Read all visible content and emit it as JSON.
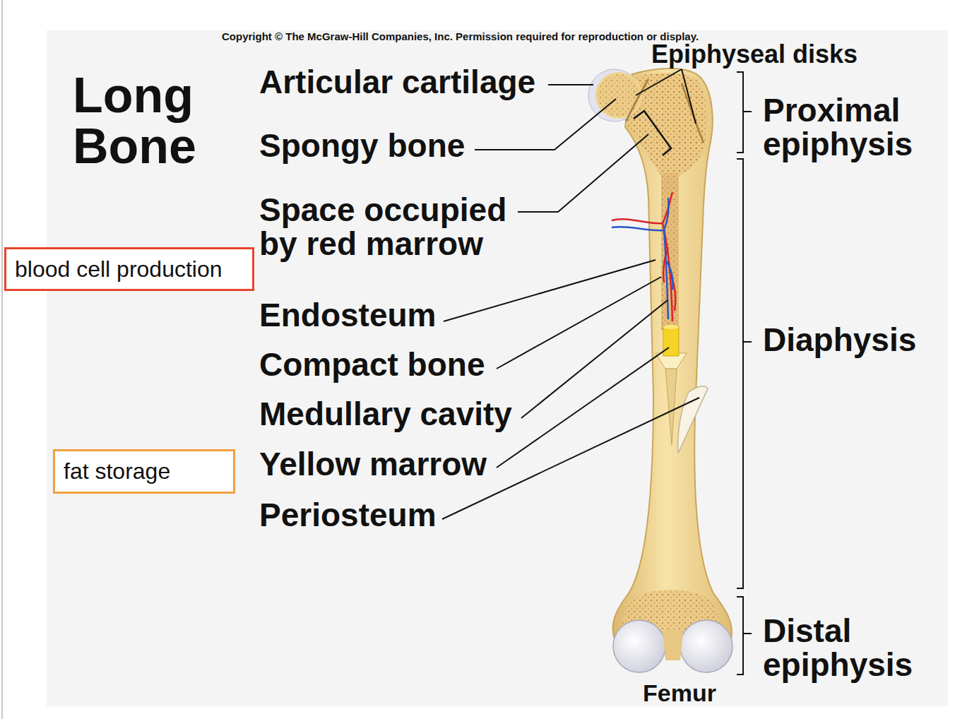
{
  "diagram": {
    "title": "Long Bone",
    "nodes": [
      {
        "text": [
          "blood cell production"
        ]
      },
      {
        "text": [
          "fat storage"
        ]
      }
    ],
    "labels": [
      "Copyright © The McGraw-Hill Companies, Inc. Permission required for reproduction or display.",
      "Articular cartilage",
      "Spongy bone",
      "Space occupied by red marrow",
      "Endosteum",
      "Compact bone",
      "Medullary cavity",
      "Yellow marrow",
      "Periosteum",
      "Epiphyseal disks",
      "Proximal epiphysis",
      "Diaphysis",
      "Distal epiphysis",
      "Femur"
    ]
  }
}
